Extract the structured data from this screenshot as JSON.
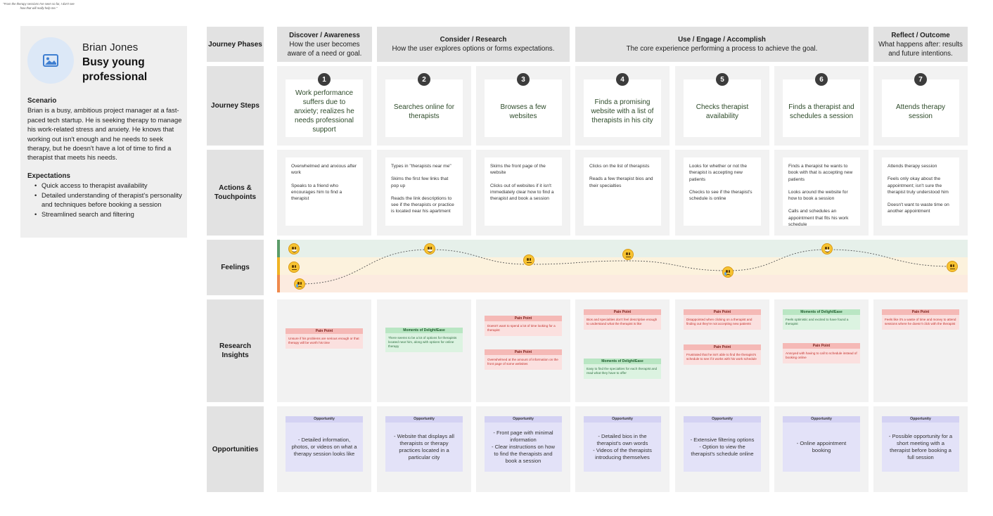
{
  "persona": {
    "name": "Brian Jones",
    "role": "Busy young professional",
    "scenario_heading": "Scenario",
    "scenario_text": "Brian is a busy, ambitious project manager at a fast-paced tech startup. He is seeking therapy to manage his work-related stress and anxiety. He knows that working out isn't enough and he needs to seek therapy, but he doesn't have a lot of time to find a therapist that meets his needs.",
    "expectations_heading": "Expectations",
    "expectations": [
      "Quick access to therapist availability",
      "Detailed understanding of therapist's personality and techniques before booking a session",
      "Streamlined search and filtering"
    ]
  },
  "row_labels": {
    "phases": "Journey Phases",
    "steps": "Journey Steps",
    "actions": "Actions & Touchpoints",
    "feelings": "Feelings",
    "insights": "Research Insights",
    "opportunities": "Opportunities"
  },
  "phases": [
    {
      "title": "Discover / Awareness",
      "desc": "How the user becomes aware of a need or goal."
    },
    {
      "title": "Consider / Research",
      "desc": "How the user explores options or forms expectations."
    },
    {
      "title": "Use / Engage / Accomplish",
      "desc": "The core experience performing a process to achieve the goal."
    },
    {
      "title": "Reflect / Outcome",
      "desc": "What happens after: results and future intentions."
    }
  ],
  "steps": [
    {
      "num": "1",
      "text": "Work performance suffers due to anxiety; realizes he needs professional support"
    },
    {
      "num": "2",
      "text": "Searches online for therapists"
    },
    {
      "num": "3",
      "text": "Browses a few websites"
    },
    {
      "num": "4",
      "text": "Finds a promising website with a list of therapists in his city"
    },
    {
      "num": "5",
      "text": "Checks therapist availability"
    },
    {
      "num": "6",
      "text": "Finds a therapist and schedules a session"
    },
    {
      "num": "7",
      "text": "Attends therapy session"
    }
  ],
  "actions": [
    [
      "Overwhelmed and anxious after work",
      "Speaks to a friend who encourages him to find a therapist"
    ],
    [
      "Types in \"therapists near me\"",
      "Skims the first few links that pop up",
      "Reads the link descriptions to see if the therapists or practice is located near his apartment"
    ],
    [
      "Skims the front page of the website",
      "Clicks out of websites if it isn't immediately clear how to find a therapist and book a session"
    ],
    [
      "Clicks on the list of therapists",
      "Reads a few therapist bios and their specialties"
    ],
    [
      "Looks for whether or not the therapist is accepting new patients",
      "Checks to see if the therapist's schedule is online"
    ],
    [
      "Finds a therapist he wants to book with that is accepting new patients",
      "Looks around the website for how to book a session",
      "Calls and schedules an appointment that fits his work schedule"
    ],
    [
      "Attends therapy session",
      "Feels only okay about the appointment; isn't sure the therapist truly understood him",
      "Doesn't want to waste time on another appointment"
    ]
  ],
  "feelings": [
    {
      "step": 1,
      "level": "sad"
    },
    {
      "step": 2,
      "level": "happy"
    },
    {
      "step": 3,
      "level": "neutral"
    },
    {
      "step": 4,
      "level": "neutral"
    },
    {
      "step": 5,
      "level": "sad"
    },
    {
      "step": 6,
      "level": "happy"
    },
    {
      "step": 7,
      "level": "neutral"
    }
  ],
  "insights": [
    {
      "notes": [
        {
          "type": "pain",
          "title": "Pain Point",
          "text": "Unsure if his problems are serious enough or that therapy will be worth his time"
        }
      ],
      "quote": "\"From the therapy sessions I've seen so far, I don't see how that will really help me.\""
    },
    {
      "notes": [
        {
          "type": "delight",
          "title": "Moments of Delight/Ease",
          "text": "There seems to be a lot of options for therapists located near him, along with options for online therapy"
        }
      ]
    },
    {
      "notes": [
        {
          "type": "pain",
          "title": "Pain Point",
          "text": "Doesn't want to spend a lot of time looking for a therapist"
        },
        {
          "type": "pain",
          "title": "Pain Point",
          "text": "Overwhelmed at the amount of information on the front page of some websites"
        }
      ]
    },
    {
      "notes": [
        {
          "type": "pain",
          "title": "Pain Point",
          "text": "Bios and specialties don't feel descriptive enough to understand what the therapist is like"
        },
        {
          "type": "delight",
          "title": "Moments of Delight/Ease",
          "text": "Easy to find the specialties for each therapist and read what they have to offer"
        }
      ]
    },
    {
      "notes": [
        {
          "type": "pain",
          "title": "Pain Point",
          "text": "Disappointed when clicking on a therapist and finding out they're not accepting new patients"
        },
        {
          "type": "pain",
          "title": "Pain Point",
          "text": "Frustrated that he isn't able to find the therapist's schedule to see if it works with his work schedule"
        }
      ]
    },
    {
      "notes": [
        {
          "type": "delight",
          "title": "Moments of Delight/Ease",
          "text": "Feels optimistic and excited to have found a therapist"
        },
        {
          "type": "pain",
          "title": "Pain Point",
          "text": "Annoyed with having to call to schedule instead of booking online"
        }
      ]
    },
    {
      "notes": [
        {
          "type": "pain",
          "title": "Pain Point",
          "text": "Feels like it's a waste of time and money to attend sessions where he doesn't click with the therapist"
        }
      ]
    }
  ],
  "opportunities": [
    {
      "title": "Opportunity",
      "text": "- Detailed information, photos, or videos on what a therapy session looks like"
    },
    {
      "title": "Opportunity",
      "text": "- Website that displays all therapists or therapy practices located in a particular city"
    },
    {
      "title": "Opportunity",
      "text": "- Front page with minimal information\n- Clear instructions on how to find the therapists and book a session"
    },
    {
      "title": "Opportunity",
      "text": "- Detailed bios in the therapist's own words\n- Videos of the therapists introducing themselves"
    },
    {
      "title": "Opportunity",
      "text": "- Extensive filtering options\n- Option to view the therapist's schedule online"
    },
    {
      "title": "Opportunity",
      "text": "- Online appointment booking"
    },
    {
      "title": "Opportunity",
      "text": "- Possible opportunity for a short meeting with a therapist before booking a full session"
    }
  ],
  "colors": {
    "feel_positive": "#5c9c69",
    "feel_neutral": "#f0b324",
    "feel_negative": "#ef8a4d",
    "pain_point": "#f5b9b6",
    "delight": "#b9e6c3",
    "opportunity": "#e3e2f8"
  }
}
